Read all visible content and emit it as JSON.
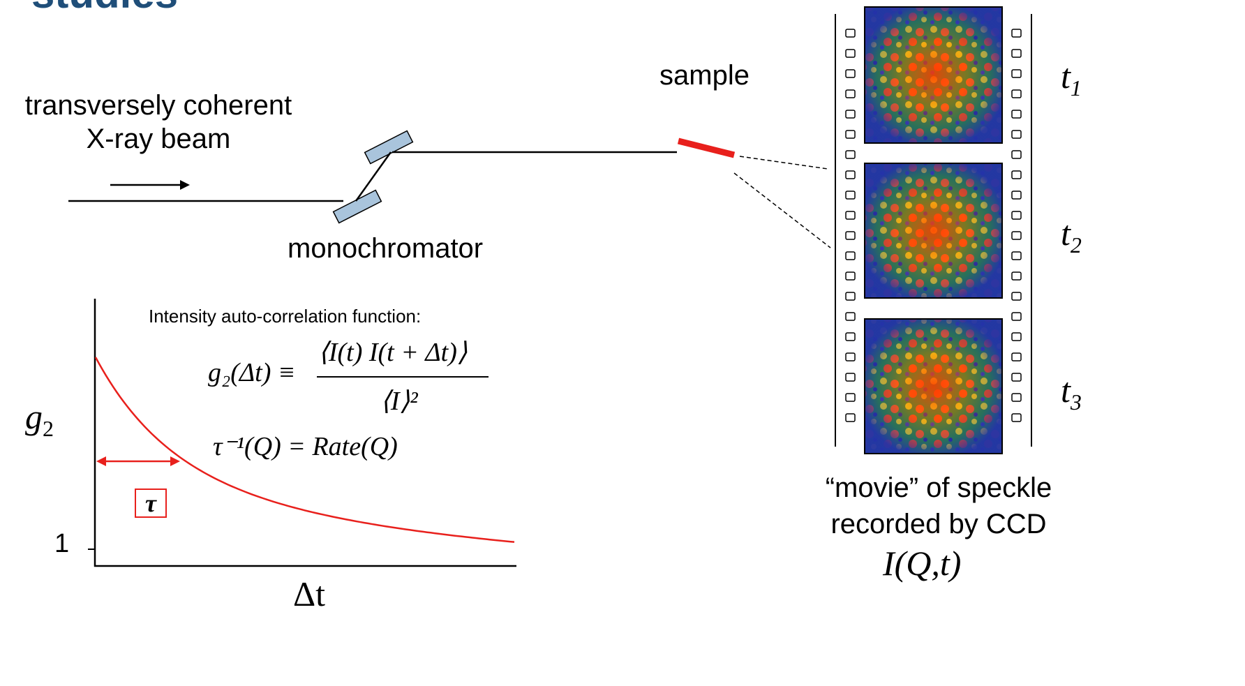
{
  "title_fragment": "studies",
  "beam": {
    "label_line1": "transversely coherent",
    "label_line2": "X-ray beam"
  },
  "monochromator": {
    "label": "monochromator"
  },
  "sample": {
    "label": "sample"
  },
  "film": {
    "frames": [
      {
        "time_base": "t",
        "time_sub": "1"
      },
      {
        "time_base": "t",
        "time_sub": "2"
      },
      {
        "time_base": "t",
        "time_sub": "3"
      }
    ],
    "caption_line1": "“movie” of speckle",
    "caption_line2": "recorded by CCD",
    "intensity_label": "I(Q,t)"
  },
  "plot": {
    "heading": "Intensity auto-correlation function:",
    "y_axis_base": "g",
    "y_axis_sub": "2",
    "y_tick": "1",
    "x_axis": "Δt",
    "tau_label": "τ",
    "equation1_lhs": "g₂(Δt) ≡",
    "equation1_numerator": "⟨I(t) I(t + Δt)⟩",
    "equation1_denominator": "⟨I⟩²",
    "equation2": "τ⁻¹(Q) = Rate(Q)",
    "curve_color": "#e8201c"
  },
  "colors": {
    "title": "#1f4e79",
    "crystal": "#a9c4dc",
    "sample": "#e8201c",
    "speckle_hot": "#e8201c",
    "speckle_bg": "#2333a8"
  }
}
